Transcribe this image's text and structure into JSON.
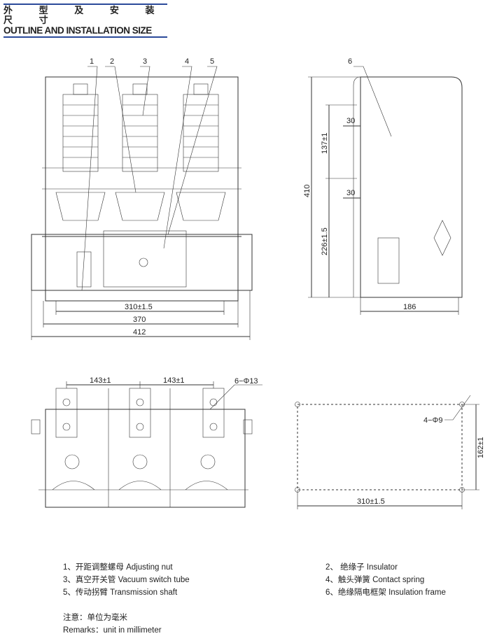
{
  "header": {
    "title_cn": "外 型 及 安 装 尺 寸",
    "title_en": "OUTLINE AND INSTALLATION SIZE"
  },
  "front_view": {
    "callouts": [
      "1",
      "2",
      "3",
      "4",
      "5"
    ],
    "dims": [
      "310±1.5",
      "370",
      "412"
    ]
  },
  "side_view": {
    "callouts": [
      "6"
    ],
    "dims": [
      "410",
      "137±1",
      "226±1.5",
      "30",
      "30",
      "186"
    ]
  },
  "bottom_view": {
    "dims": [
      "143±1",
      "143±1",
      "6−Φ13"
    ]
  },
  "mounting_view": {
    "dims": [
      "4−Φ9",
      "162±1",
      "310±1.5"
    ]
  },
  "legend": [
    {
      "text": "1、开距调整螺母  Adjusting nut"
    },
    {
      "text": "2、 绝缘子  Insulator"
    },
    {
      "text": "3、真空开关管  Vacuum switch tube"
    },
    {
      "text": "4、触头弹簧  Contact spring"
    },
    {
      "text": "5、传动拐臂  Transmission shaft"
    },
    {
      "text": "6、绝缘隔电框架  Insulation frame"
    }
  ],
  "remarks": {
    "cn": "注意：单位为毫米",
    "en": "Remarks：unit in millimeter"
  }
}
